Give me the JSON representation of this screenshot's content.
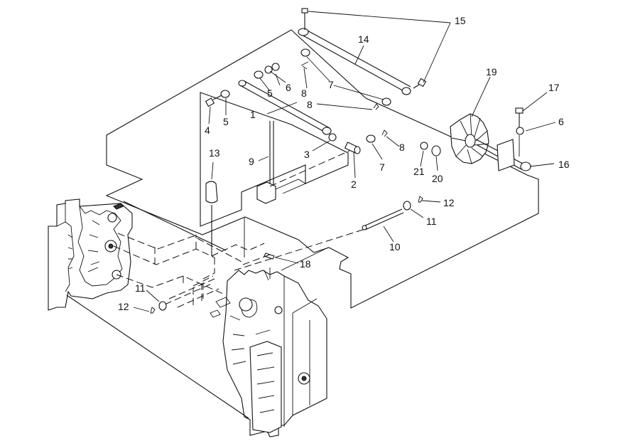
{
  "diagram": {
    "callouts": [
      "1",
      "2",
      "3",
      "4",
      "5",
      "6",
      "7",
      "8",
      "9",
      "10",
      "11",
      "12",
      "13",
      "14",
      "15",
      "16",
      "17",
      "18",
      "19",
      "20",
      "21"
    ],
    "callout_extras": [
      "5",
      "6",
      "7",
      "8",
      "11",
      "12"
    ]
  }
}
